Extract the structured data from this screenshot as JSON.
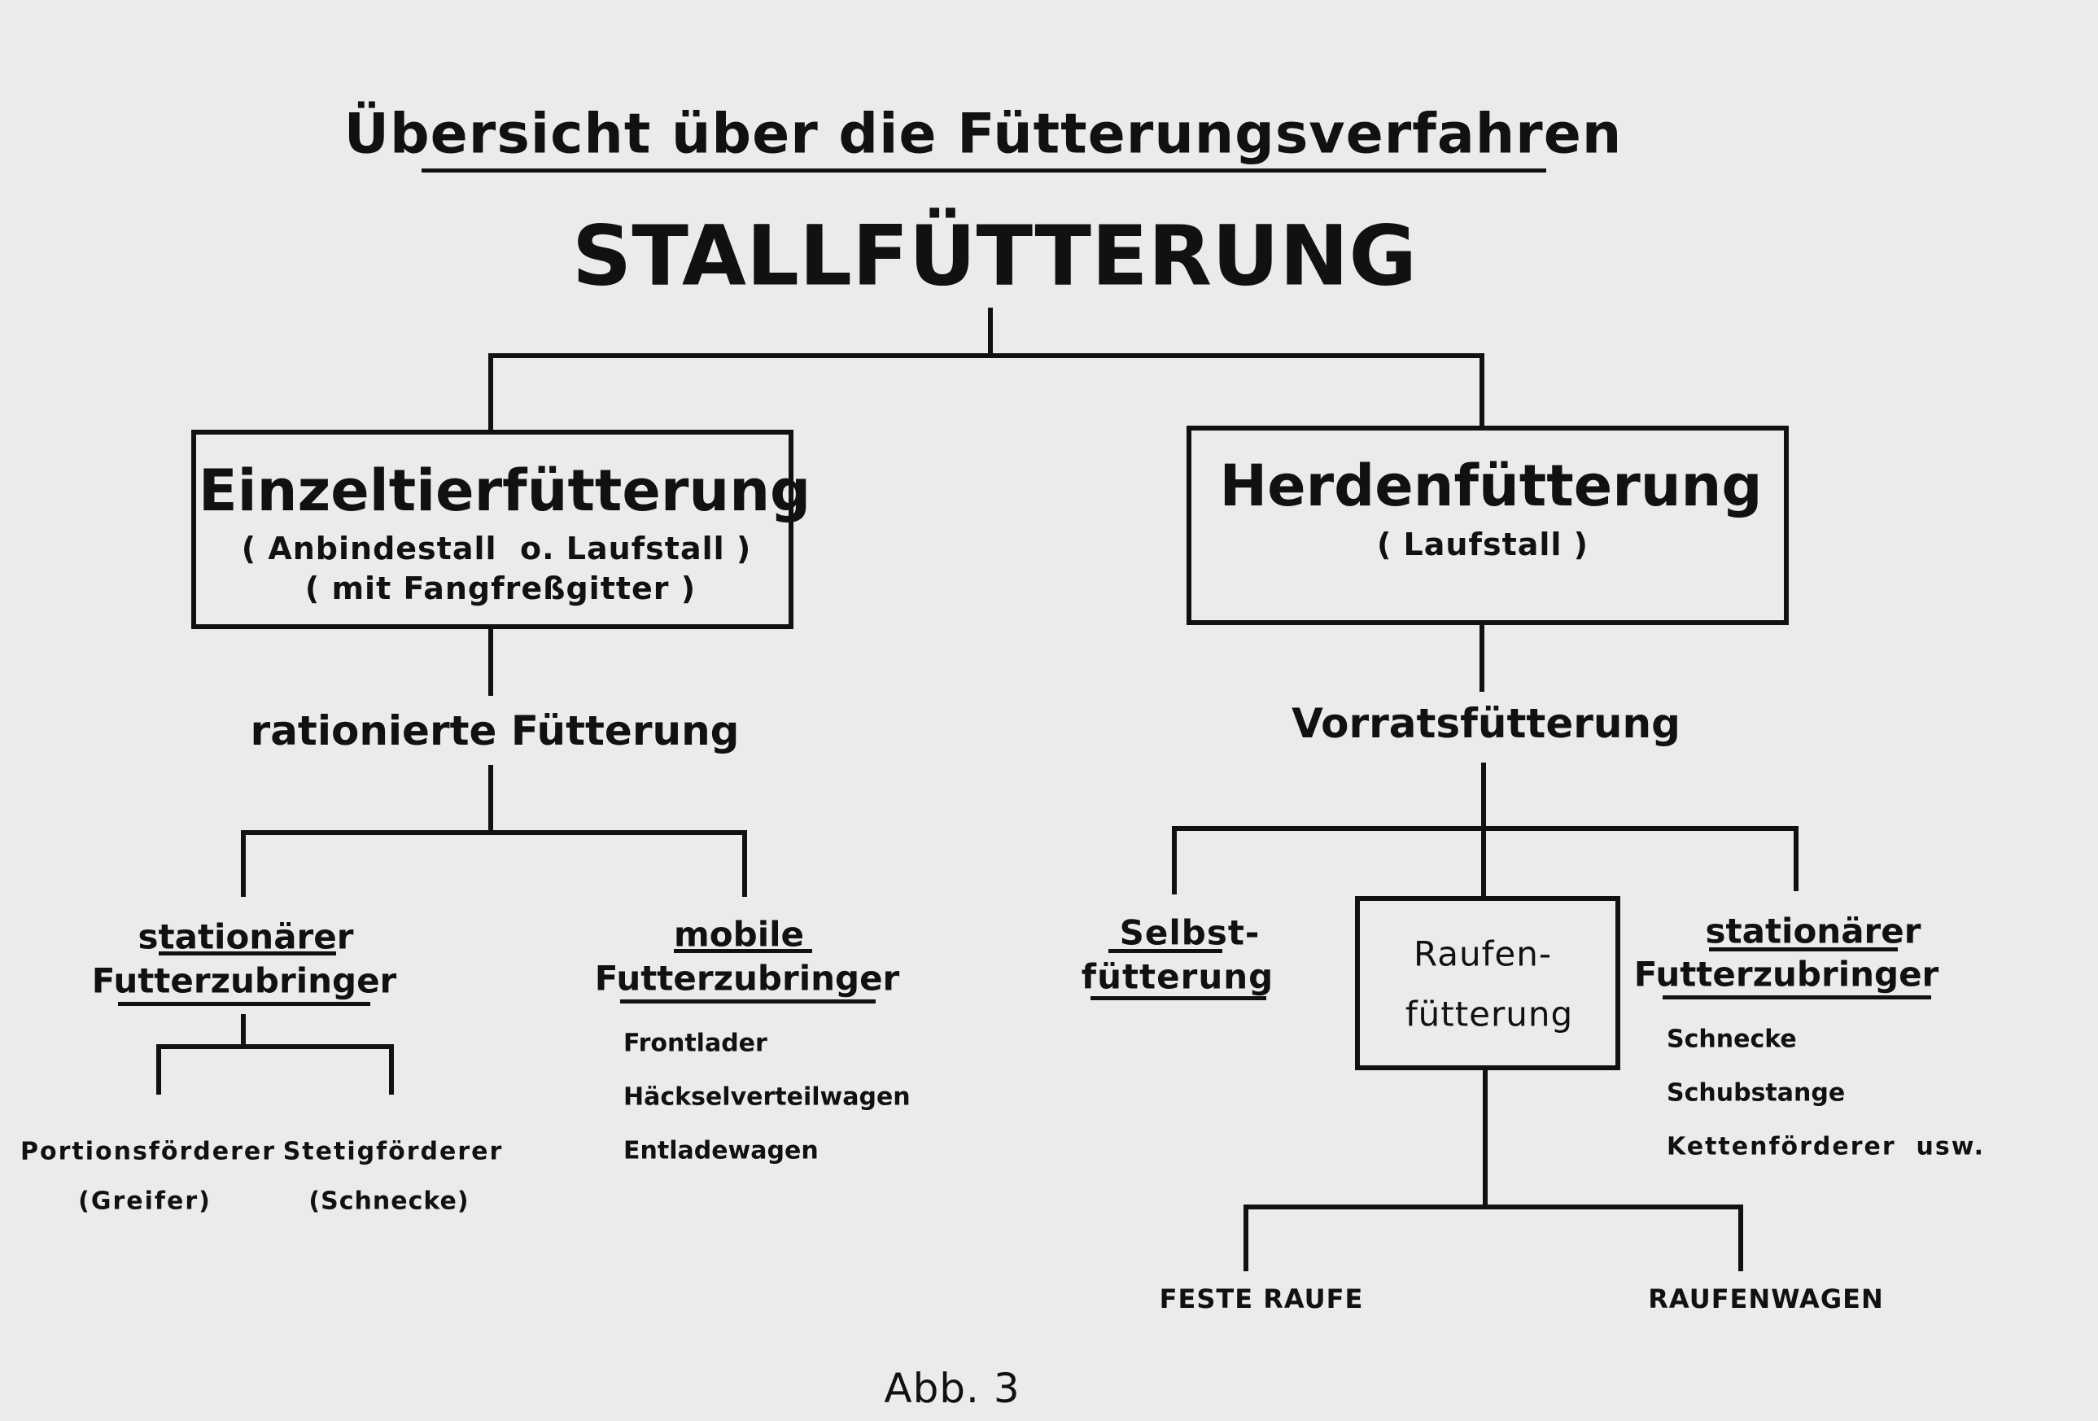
{
  "title": "Übersicht über die Fütterungsverfahren",
  "root": "STALLFÜTTERUNG",
  "left": {
    "heading": "Einzeltierfütterung",
    "sub1": "( Anbindestall  o. Laufstall )",
    "sub2": "( mit Fangfreßgitter )",
    "method": "rationierte Fütterung",
    "stationary": {
      "line1": "stationärer",
      "line2": "Futterzubringer",
      "children": [
        {
          "name": "Portionsförderer",
          "detail": "(Greifer)"
        },
        {
          "name": "Stetigförderer",
          "detail": "(Schnecke)"
        }
      ]
    },
    "mobile": {
      "line1": "mobile",
      "line2": "Futterzubringer",
      "items": [
        "Frontlader",
        "Häckselverteilwagen",
        "Entladewagen"
      ]
    }
  },
  "right": {
    "heading": "Herdenfütterung",
    "sub1": "( Laufstall )",
    "method": "Vorratsfütterung",
    "self": {
      "line1": "Selbst-",
      "line2": "fütterung"
    },
    "rack": {
      "line1": "Raufen-",
      "line2": "fütterung",
      "children": [
        "FESTE RAUFE",
        "RAUFENWAGEN"
      ]
    },
    "stationary": {
      "line1": "stationärer",
      "line2": "Futterzubringer",
      "items": [
        "Schnecke",
        "Schubstange",
        "Kettenförderer  usw."
      ]
    }
  },
  "caption": "Abb. 3"
}
